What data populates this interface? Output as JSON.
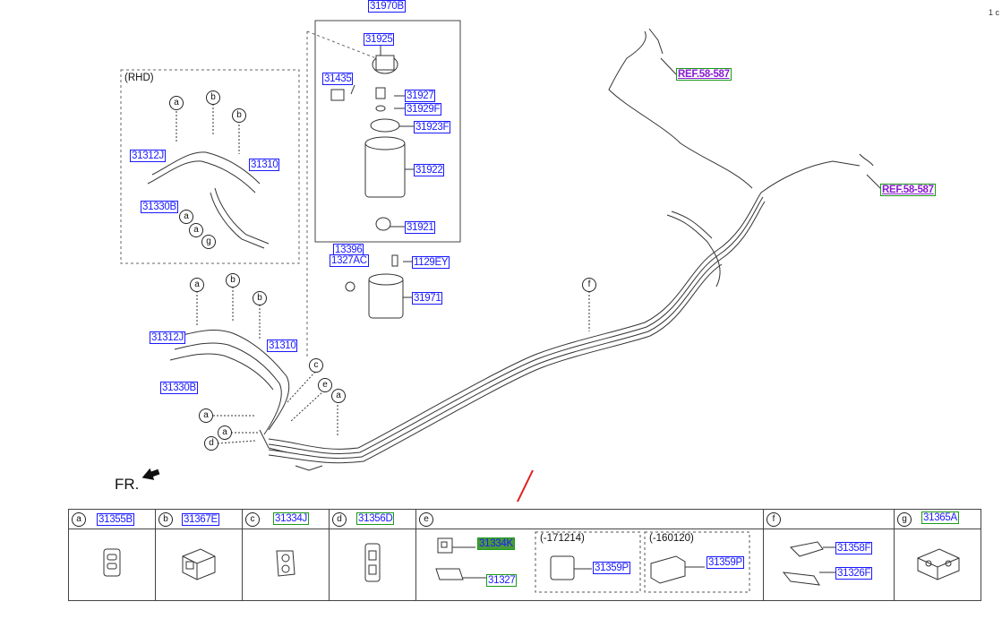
{
  "page_number": "1 c",
  "main_refs": {
    "r31970B": "31970B",
    "r31925": "31925",
    "r31435": "31435",
    "r31927": "31927",
    "r31929F": "31929F",
    "r31923F": "31923F",
    "r31922": "31922",
    "r31921": "31921",
    "r13396": "13396",
    "r1327AC": "1327AC",
    "r1129EY": "1129EY",
    "r31971": "31971",
    "ref_top": "REF.58-587",
    "ref_right": "REF.58-587",
    "r31312J_top": "31312J",
    "r31310_top": "31310",
    "r31330B_top": "31330B",
    "r31312J_bot": "31312J",
    "r31310_bot": "31310",
    "r31330B_bot": "31330B"
  },
  "rhd_label": "(RHD)",
  "fr_label": "FR.",
  "callouts": {
    "a": "a",
    "b": "b",
    "c": "c",
    "d": "d",
    "e": "e",
    "f": "f",
    "g": "g"
  },
  "legend": {
    "a": {
      "letter": "a",
      "part": "31355B"
    },
    "b": {
      "letter": "b",
      "part": "31367E"
    },
    "c": {
      "letter": "c",
      "part": "31334J"
    },
    "d": {
      "letter": "d",
      "part": "31356D"
    },
    "e": {
      "letter": "e",
      "part_top": "31334K",
      "part_bottom": "31327",
      "range1": "(-171214)",
      "part_r1": "31359P",
      "range2": "(-160120)",
      "part_r2": "31359P"
    },
    "f": {
      "letter": "f",
      "part_top": "31358F",
      "part_bottom": "31326F"
    },
    "g": {
      "letter": "g",
      "part": "31365A"
    }
  },
  "colors": {
    "ref_text": "#1a1aff",
    "highlight": "#4a9a3a",
    "arrow": "#e02020"
  }
}
